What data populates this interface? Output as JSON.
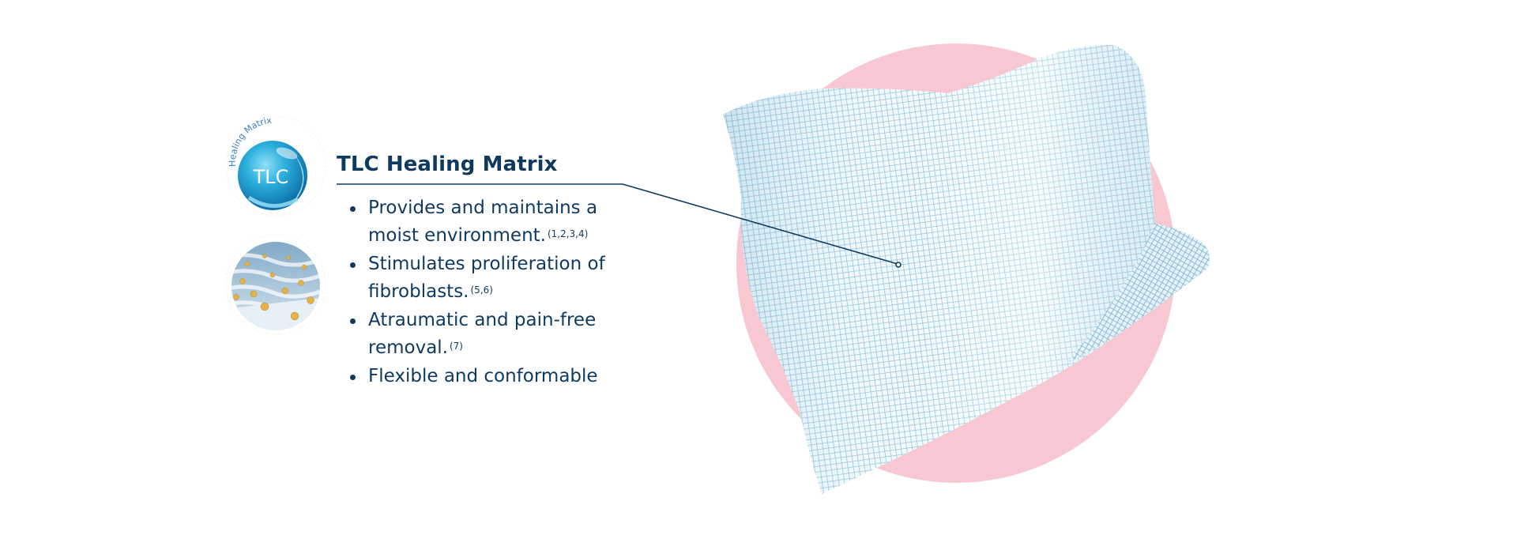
{
  "badges": {
    "tlc": {
      "main_text": "TLC",
      "arc_text": "Healing Matrix",
      "icon": "tlc-healing-matrix-logo"
    },
    "matrix": {
      "icon": "matrix-microstructure-illustration"
    }
  },
  "feature_panel": {
    "title": "TLC Healing Matrix",
    "items": [
      {
        "text": "Provides and maintains a moist environment.",
        "ref": "(1,2,3,4)"
      },
      {
        "text": "Stimulates proliferation of fibroblasts.",
        "ref": "(5,6)"
      },
      {
        "text": "Atraumatic and pain-free removal.",
        "ref": "(7)"
      },
      {
        "text": "Flexible and conformable",
        "ref": ""
      }
    ]
  },
  "illustration": {
    "subject": "flexible-mesh-dressing",
    "background_circle_color": "#f8c8d2",
    "mesh_color": "#8fc4dc"
  },
  "colors": {
    "text_primary": "#0f3a5f",
    "accent_blue": "#2aa6d6",
    "pink": "#f8c8d2"
  }
}
